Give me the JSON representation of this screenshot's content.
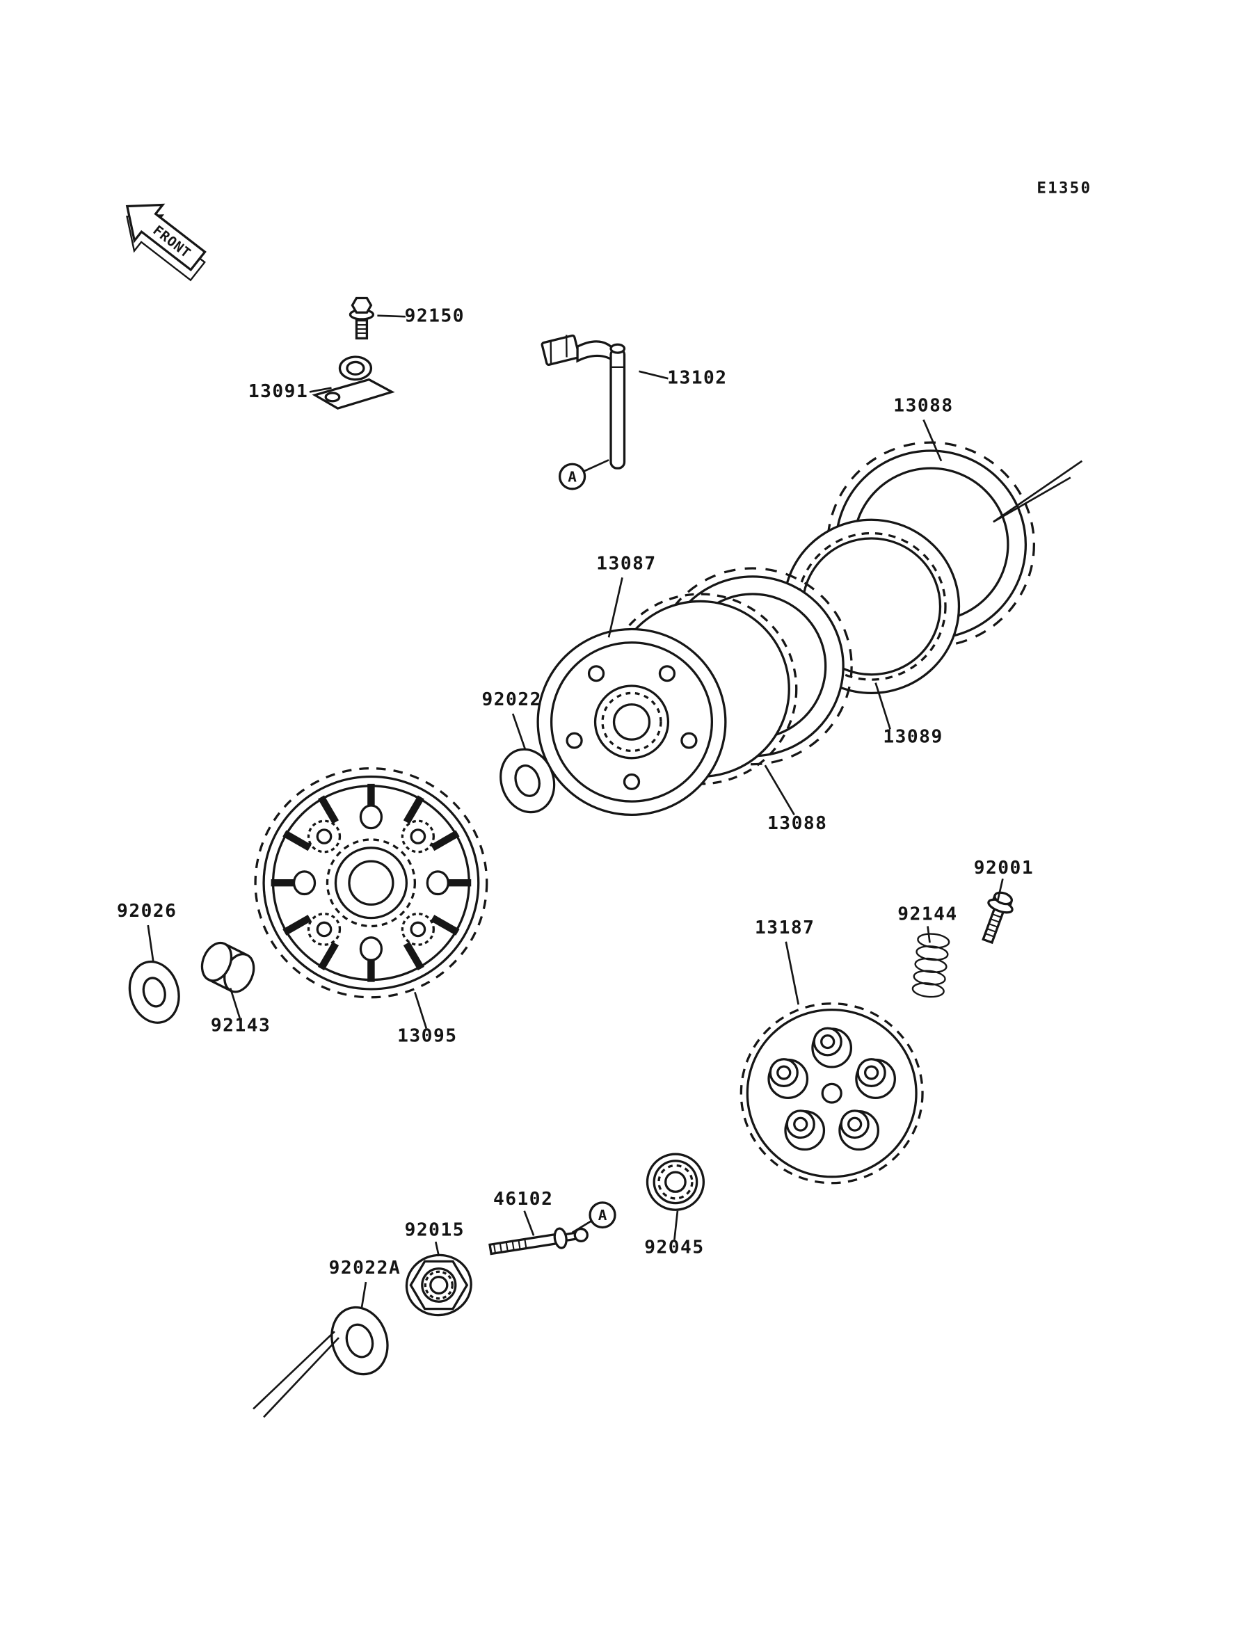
{
  "page": {
    "code": "E1350"
  },
  "front_badge": {
    "label": "FRONT"
  },
  "section_markers": {
    "a1": "A",
    "a2": "A"
  },
  "parts": {
    "p92150": "92150",
    "p13091": "13091",
    "p13102": "13102",
    "p13088_top": "13088",
    "p13087": "13087",
    "p92022": "92022",
    "p13089": "13089",
    "p13088_mid": "13088",
    "p92001": "92001",
    "p92144": "92144",
    "p13187": "13187",
    "p92026": "92026",
    "p92143": "92143",
    "p13095": "13095",
    "p46102": "46102",
    "p92015": "92015",
    "p92045": "92045",
    "p92022a": "92022A"
  }
}
